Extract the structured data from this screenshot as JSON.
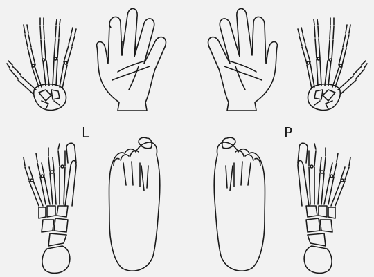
{
  "labels": {
    "left": "L",
    "right": "P"
  },
  "colors": {
    "background": "#f2f2f2",
    "stroke": "#1a1a1a"
  },
  "illustrations": [
    "left-hand-skeleton",
    "left-hand-palm-outline",
    "right-hand-palm-outline",
    "right-hand-skeleton",
    "left-foot-skeleton",
    "left-foot-sole-outline",
    "right-foot-sole-outline",
    "right-foot-skeleton"
  ]
}
